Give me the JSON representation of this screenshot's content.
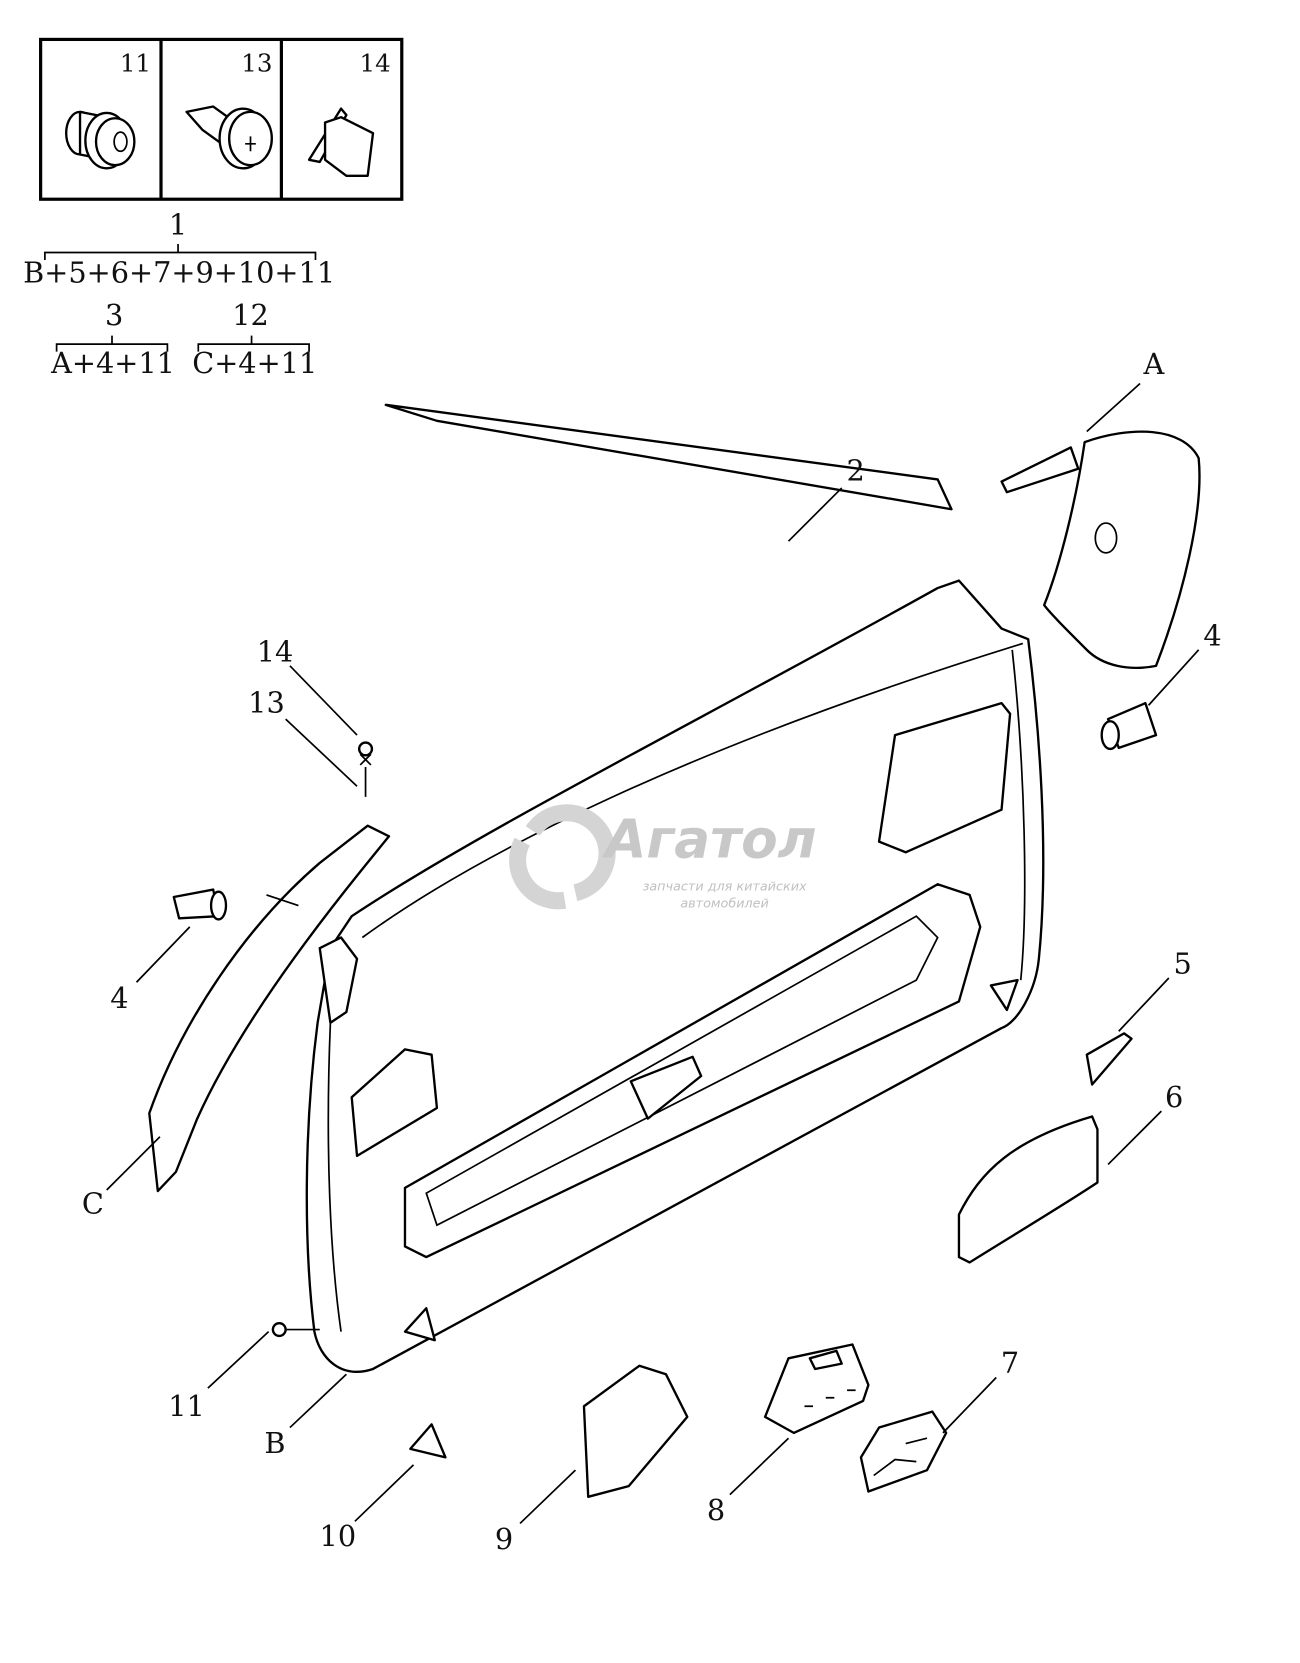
{
  "legend_box": {
    "cells": [
      {
        "number": "11",
        "icon": "clip-icon"
      },
      {
        "number": "13",
        "icon": "screw-icon"
      },
      {
        "number": "14",
        "icon": "nut-clip-icon"
      }
    ]
  },
  "assemblies": [
    {
      "number": "1",
      "contents": "B+5+6+7+9+10+11"
    },
    {
      "number": "3",
      "contents": "A+4+11"
    },
    {
      "number": "12",
      "contents": "C+4+11"
    }
  ],
  "callouts": {
    "A": "A",
    "two": "2",
    "fourteen": "14",
    "thirteen": "13",
    "four_right": "4",
    "four_left": "4",
    "five": "5",
    "six": "6",
    "C": "C",
    "eleven": "11",
    "B": "B",
    "seven": "7",
    "ten": "10",
    "nine": "9",
    "eight": "8"
  },
  "watermark": {
    "brand": "Агатол",
    "tagline_1": "запчасти для китайских",
    "tagline_2": "автомобилей"
  }
}
